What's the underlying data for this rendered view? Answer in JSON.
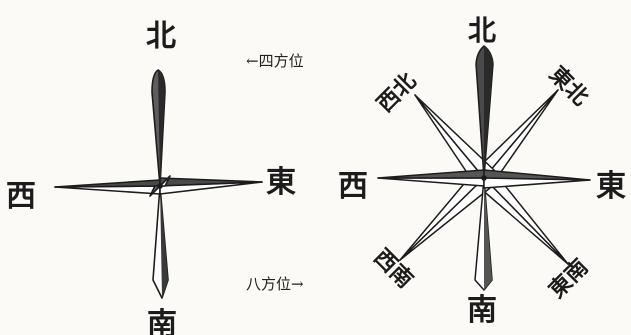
{
  "captions": {
    "four": "←四方位",
    "eight": "八方位→"
  },
  "four_point": {
    "north": "北",
    "east": "東",
    "south": "南",
    "west": "西"
  },
  "eight_point": {
    "north": "北",
    "northeast": "東北",
    "east": "東",
    "southeast": "東南",
    "south": "南",
    "southwest": "西南",
    "west": "西",
    "northwest": "西北"
  },
  "colors": {
    "ink": "#1c1c1c",
    "shade": "#6a6a6a",
    "paper": "#fbfaf6"
  }
}
